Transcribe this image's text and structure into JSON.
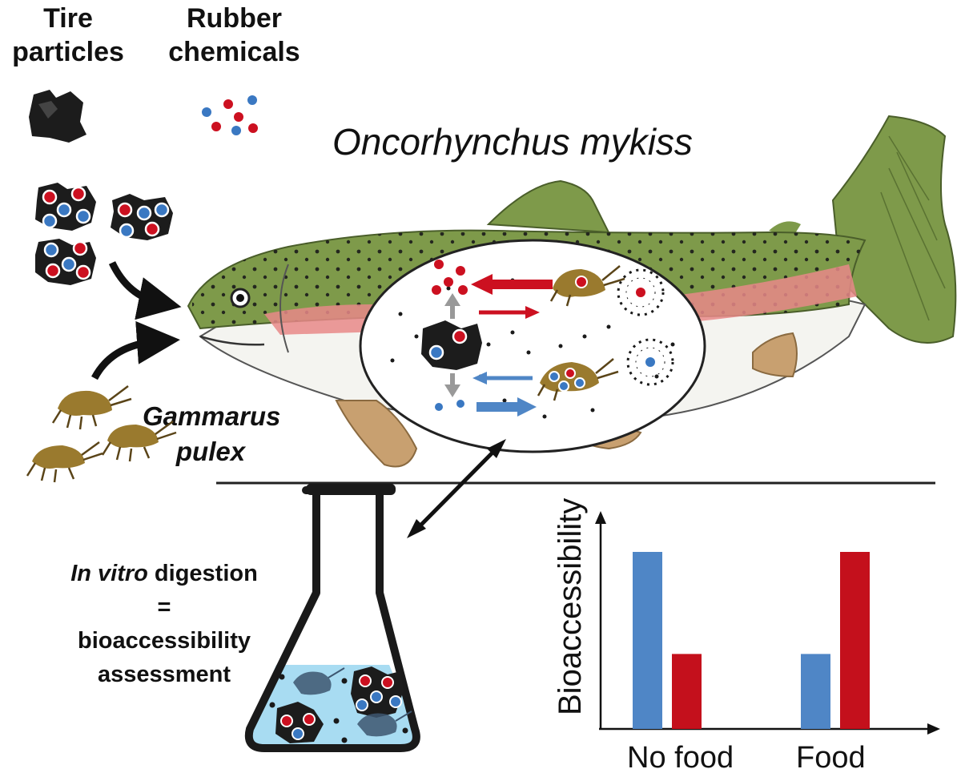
{
  "labels": {
    "tire_line1": "Tire",
    "tire_line2": "particles",
    "rubber_line1": "Rubber",
    "rubber_line2": "chemicals",
    "species": "Oncorhynchus mykiss",
    "gammarus_line1": "Gammarus",
    "gammarus_line2": "pulex",
    "digestion_italic": "In vitro",
    "digestion_rest": " digestion",
    "equals": "=",
    "assessment_line1": "bioaccessibility",
    "assessment_line2": "assessment"
  },
  "colors": {
    "red_chemical": "#cc1020",
    "blue_chemical": "#3a78c2",
    "particle": "#1c1c1c",
    "fish_green": "#7e9a4a",
    "fish_stripe": "#e88888",
    "fin": "#c8a070",
    "liquid": "#a8dcf2"
  },
  "chart_data": {
    "type": "bar",
    "ylabel": "Bioaccessibility",
    "xlabel": "",
    "categories": [
      "No food",
      "Food"
    ],
    "series": [
      {
        "color": "#4f86c6",
        "values": [
          0.85,
          0.36
        ]
      },
      {
        "color": "#c4101c",
        "values": [
          0.36,
          0.85
        ]
      }
    ],
    "ylim": [
      0,
      1
    ]
  }
}
